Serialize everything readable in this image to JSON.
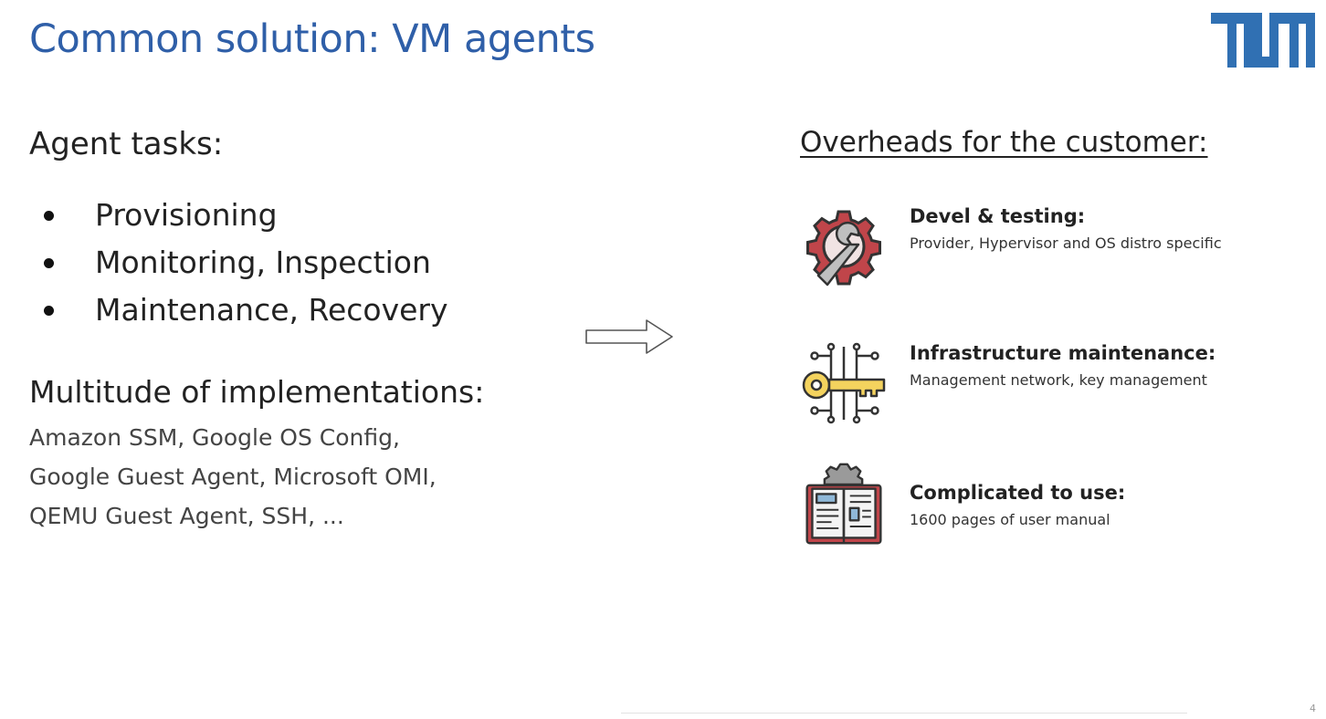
{
  "slide": {
    "title": "Common solution: VM agents",
    "page_number": "4"
  },
  "logo": {
    "name": "tum-logo",
    "color": "#3070b3"
  },
  "left": {
    "heading": "Agent tasks:",
    "bullets": [
      "Provisioning",
      "Monitoring, Inspection",
      "Maintenance, Recovery"
    ],
    "implementations_heading": "Multitude of implementations:",
    "implementation_lines": [
      "Amazon SSM,   Google OS Config,",
      "Google Guest Agent,   Microsoft OMI,",
      "QEMU Guest Agent,   SSH, ..."
    ]
  },
  "arrow": {
    "icon": "right-arrow-outline-icon"
  },
  "right": {
    "heading": "Overheads for the customer:",
    "items": [
      {
        "icon": "gear-wrench-icon",
        "title": "Devel & testing:",
        "description": "Provider, Hypervisor and OS distro specific"
      },
      {
        "icon": "key-circuit-icon",
        "title": "Infrastructure maintenance:",
        "description": "Management network, key management"
      },
      {
        "icon": "manual-book-icon",
        "title": "Complicated to use:",
        "description": "1600 pages of user manual"
      }
    ]
  },
  "colors": {
    "title": "#2f5fa8",
    "text": "#222222",
    "icon_red": "#c0454a",
    "icon_yellow": "#f4d35e"
  }
}
